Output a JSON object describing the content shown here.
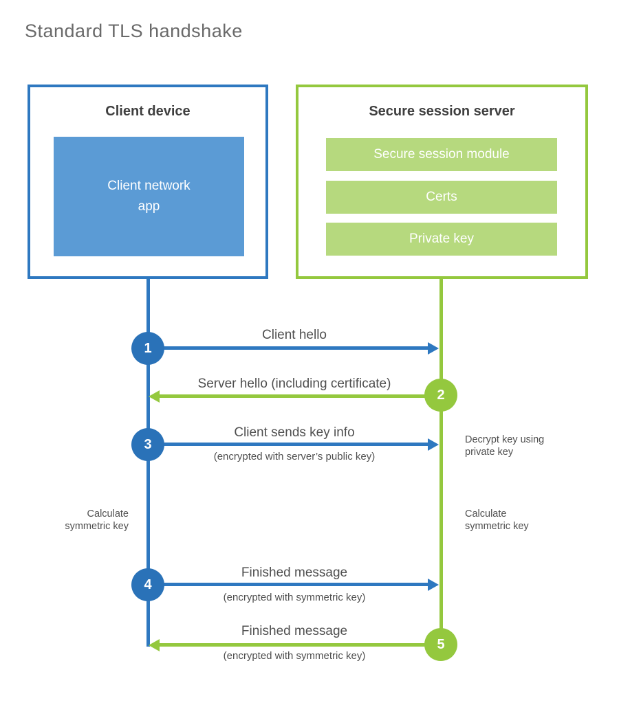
{
  "title": "Standard TLS handshake",
  "colors": {
    "blue": "#2e78c0",
    "blue_circle": "#2a72b8",
    "blue_fill": "#5b9bd5",
    "green": "#94c83e",
    "green_fill": "#b6d97e"
  },
  "client_box": {
    "title": "Client device",
    "app_label": "Client network\napp"
  },
  "server_box": {
    "title": "Secure session server",
    "modules": [
      "Secure session module",
      "Certs",
      "Private key"
    ]
  },
  "messages": [
    {
      "step": "1",
      "label": "Client hello",
      "sub": "",
      "direction": "right",
      "actor": "client"
    },
    {
      "step": "2",
      "label": "Server hello (including certificate)",
      "sub": "",
      "direction": "left",
      "actor": "server"
    },
    {
      "step": "3",
      "label": "Client sends key info",
      "sub": "(encrypted with server’s public key)",
      "direction": "right",
      "actor": "client"
    },
    {
      "step": "4",
      "label": "Finished message",
      "sub": "(encrypted with symmetric key)",
      "direction": "right",
      "actor": "client"
    },
    {
      "step": "5",
      "label": "Finished message",
      "sub": "(encrypted with symmetric key)",
      "direction": "left",
      "actor": "server"
    }
  ],
  "side_notes": {
    "decrypt": "Decrypt key using\nprivate key",
    "calc_left": "Calculate\nsymmetric key",
    "calc_right": "Calculate\nsymmetric key"
  }
}
